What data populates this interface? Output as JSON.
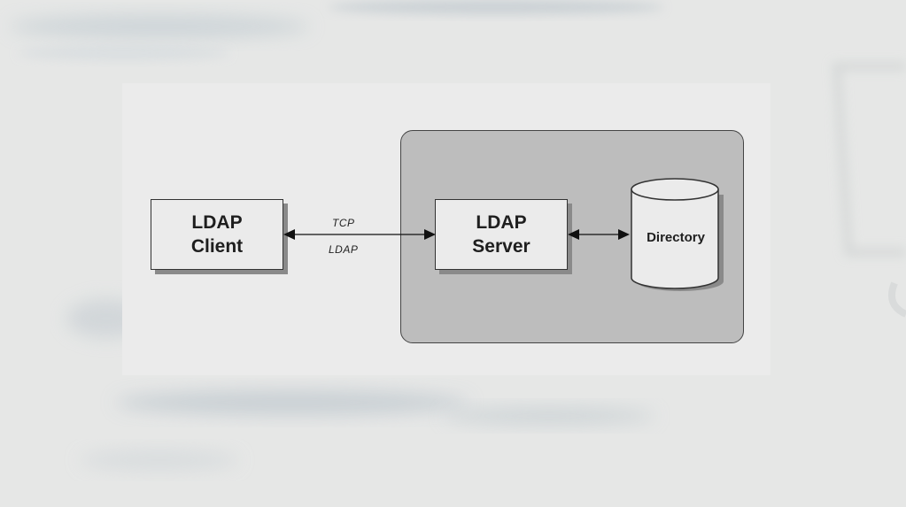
{
  "diagram": {
    "client": {
      "line1": "LDAP",
      "line2": "Client"
    },
    "server": {
      "line1": "LDAP",
      "line2": "Server"
    },
    "connection": {
      "protocol_top": "TCP",
      "protocol_bottom": "LDAP"
    },
    "store": {
      "label": "Directory"
    }
  },
  "colors": {
    "slide_background": "#e7e8e7",
    "panel": "#ebebeb",
    "server_region": "#bdbdbd",
    "box_fill": "#ebebeb",
    "box_shadow": "#8a8a8a",
    "line": "#111111"
  }
}
